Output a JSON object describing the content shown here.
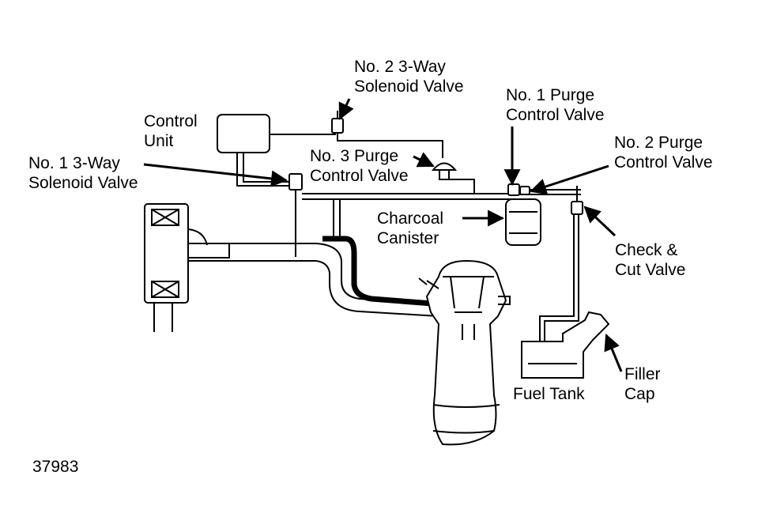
{
  "labels": {
    "control_unit": [
      "Control",
      "Unit"
    ],
    "no1_3way": [
      "No. 1 3-Way",
      "Solenoid Valve"
    ],
    "no2_3way": [
      "No. 2 3-Way",
      "Solenoid Valve"
    ],
    "no3_purge": [
      "No. 3 Purge",
      "Control Valve"
    ],
    "no1_purge": [
      "No. 1 Purge",
      "Control Valve"
    ],
    "no2_purge": [
      "No. 2 Purge",
      "Control Valve"
    ],
    "charcoal_canister": [
      "Charcoal",
      "Canister"
    ],
    "check_cut_valve": [
      "Check &",
      "Cut Valve"
    ],
    "fuel_tank": "Fuel Tank",
    "filler_cap": [
      "Filler",
      "Cap"
    ],
    "figure_number": "37983"
  }
}
